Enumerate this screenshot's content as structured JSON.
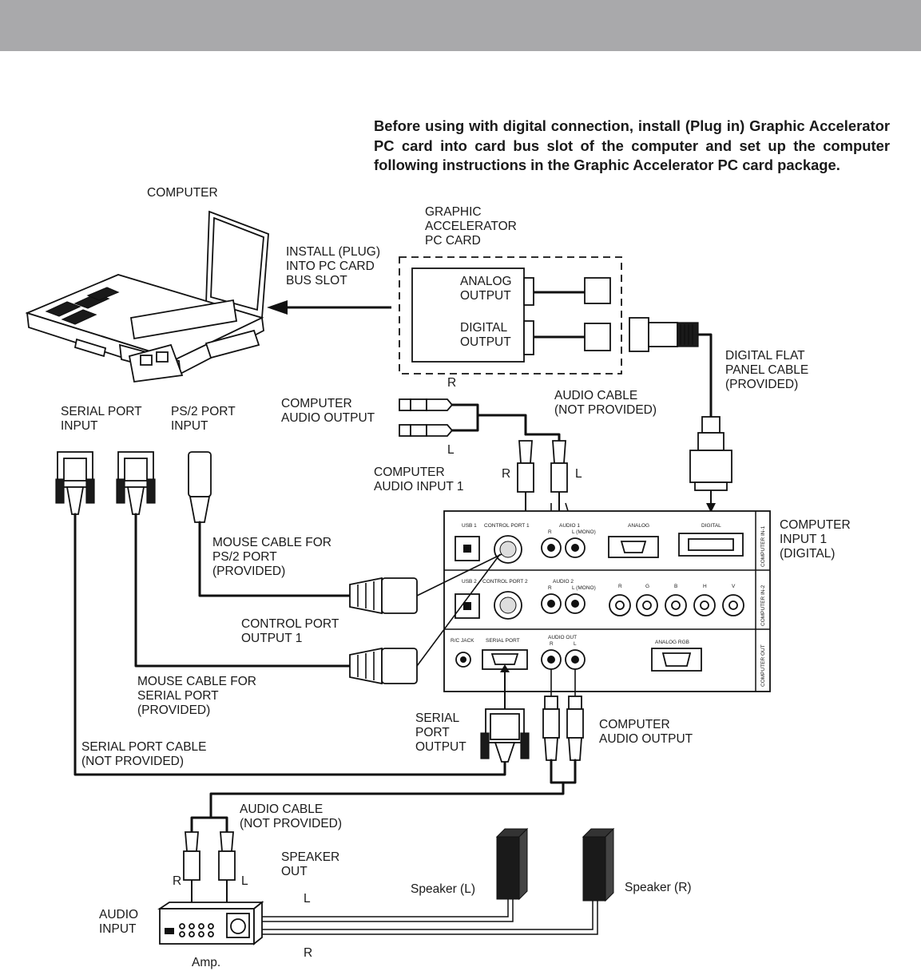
{
  "intro_text": "Before using with digital connection, install (Plug in) Graphic Accelerator PC card into card bus slot of the computer and set up the computer following instructions in the Graphic Accelerator PC card package.",
  "labels": {
    "computer": "COMPUTER",
    "graphic_card": [
      "GRAPHIC",
      "ACCELERATOR",
      "PC CARD"
    ],
    "install": [
      "INSTALL (PLUG)",
      "INTO PC CARD",
      "BUS SLOT"
    ],
    "analog_output": [
      "ANALOG",
      "OUTPUT"
    ],
    "digital_output": [
      "DIGITAL",
      "OUTPUT"
    ],
    "digital_flat_panel_cable": [
      "DIGITAL FLAT",
      "PANEL CABLE",
      "(PROVIDED)"
    ],
    "serial_port_input": [
      "SERIAL PORT",
      "INPUT"
    ],
    "ps2_port_input": [
      "PS/2 PORT",
      "INPUT"
    ],
    "computer_audio_output_top": [
      "COMPUTER",
      "AUDIO OUTPUT"
    ],
    "audio_cable_top": [
      "AUDIO CABLE",
      "(NOT PROVIDED)"
    ],
    "computer_audio_input_1": [
      "COMPUTER",
      "AUDIO INPUT 1"
    ],
    "r": "R",
    "l": "L",
    "mouse_cable_ps2": [
      "MOUSE CABLE FOR",
      "PS/2 PORT",
      "(PROVIDED)"
    ],
    "control_port_output_1": [
      "CONTROL PORT",
      "OUTPUT 1"
    ],
    "mouse_cable_serial": [
      "MOUSE CABLE FOR",
      "SERIAL PORT",
      "(PROVIDED)"
    ],
    "serial_port_cable": [
      "SERIAL PORT CABLE",
      "(NOT PROVIDED)"
    ],
    "serial_port_output": [
      "SERIAL",
      "PORT",
      "OUTPUT"
    ],
    "computer_audio_output_bottom": [
      "COMPUTER",
      "AUDIO OUTPUT"
    ],
    "computer_input_1": [
      "COMPUTER",
      "INPUT 1",
      "(DIGITAL)"
    ],
    "audio_cable_bottom": [
      "AUDIO CABLE",
      "(NOT PROVIDED)"
    ],
    "speaker_out": [
      "SPEAKER",
      "OUT"
    ],
    "speaker_l": "Speaker (L)",
    "speaker_r": "Speaker (R)",
    "audio_input": [
      "AUDIO",
      "INPUT"
    ],
    "amp": "Amp."
  },
  "panel": {
    "row1": {
      "usb": "USB 1",
      "control": "CONTROL PORT 1",
      "audio": "AUDIO 1",
      "r": "R",
      "l": "L (MONO)",
      "analog": "ANALOG",
      "digital": "DIGITAL",
      "side": "COMPUTER IN-1"
    },
    "row2": {
      "usb": "USB 2",
      "control": "CONTROL PORT 2",
      "audio": "AUDIO 2",
      "r": "R",
      "l": "L (MONO)",
      "bnc": [
        "R",
        "G",
        "B",
        "H",
        "V"
      ],
      "side": "COMPUTER IN-2"
    },
    "row3": {
      "rc": "R/C JACK",
      "serial": "SERIAL PORT",
      "audio_out": "AUDIO OUT",
      "r": "R",
      "l": "L",
      "analog_rgb": "ANALOG RGB",
      "side": "COMPUTER OUT"
    }
  }
}
